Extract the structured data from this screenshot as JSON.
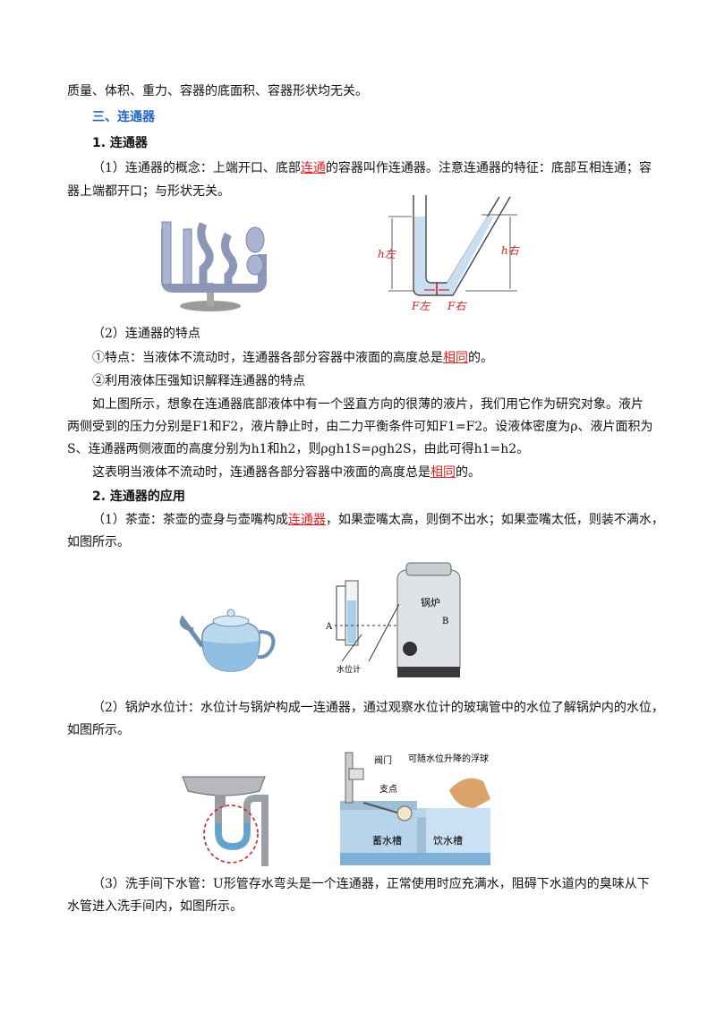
{
  "p_top": "质量、体积、重力、容器的底面积、容器形状均无关。",
  "h3": "三、连通器",
  "h1": "1. 连通器",
  "p1a": "（1）连通器的概念：上端开口、底部",
  "p1red": "连通",
  "p1b": "的容器叫作连通器。注意连通器的特征：底部互相连通；容",
  "p1c": "器上端都开口；与形状无关。",
  "fig_labels": {
    "h_left": "h左",
    "h_right": "h右",
    "F_left": "F左",
    "F_right": "F右"
  },
  "p2": "（2）连通器的特点",
  "p2a_pre": "①特点：当液体不流动时，连通器各部分容器中液面的高度总是",
  "p2a_red": "相同",
  "p2a_post": "的。",
  "p2b": "②利用液体压强知识解释连通器的特点",
  "p3a": "如上图所示，想象在连通器底部液体中有一个竖直方向的很薄的液片，我们用它作为研究对象。液片",
  "p3b": "两侧受到的压力分别是F1和F2，液片静止时，由二力平衡条件可知F1=F2。设液体密度为ρ、液片面积为",
  "p3c": "S、连通器两侧液面的高度分别为h1和h2，则ρgh1S=ρgh2S，由此可得h1=h2。",
  "p4_pre": "这表明当液体不流动时，连通器各部分容器中液面的高度总是",
  "p4_red": "相同",
  "p4_post": "的。",
  "h2": "2. 连通器的应用",
  "p5_pre": "（1）茶壶：茶壶的壶身与壶嘴构成",
  "p5_red": "连通器",
  "p5_post": "，如果壶嘴太高，则倒不出水；如果壶嘴太低，则装不满水，",
  "p5c": "如图所示。",
  "boiler_labels": {
    "guolu": "锅炉",
    "A": "A",
    "B": "B",
    "shuiweiji": "水位计"
  },
  "p6a": "（2）锅炉水位计：水位计与锅炉构成一连通器，通过观察水位计的玻璃管中的水位了解锅炉内的水位，",
  "p6b": "如图所示。",
  "trough_labels": {
    "famen": "阀门",
    "fuqiu": "可随水位升降的浮球",
    "zhidian": "支点",
    "xushuicao": "蓄水槽",
    "yinshuicao": "饮水槽"
  },
  "p7a": "（3）洗手间下水管：U形管存水弯头是一个连通器，正常使用时应充满水，阻碍下水道内的臭味从下",
  "p7b": "水管进入洗手间内，如图所示。"
}
